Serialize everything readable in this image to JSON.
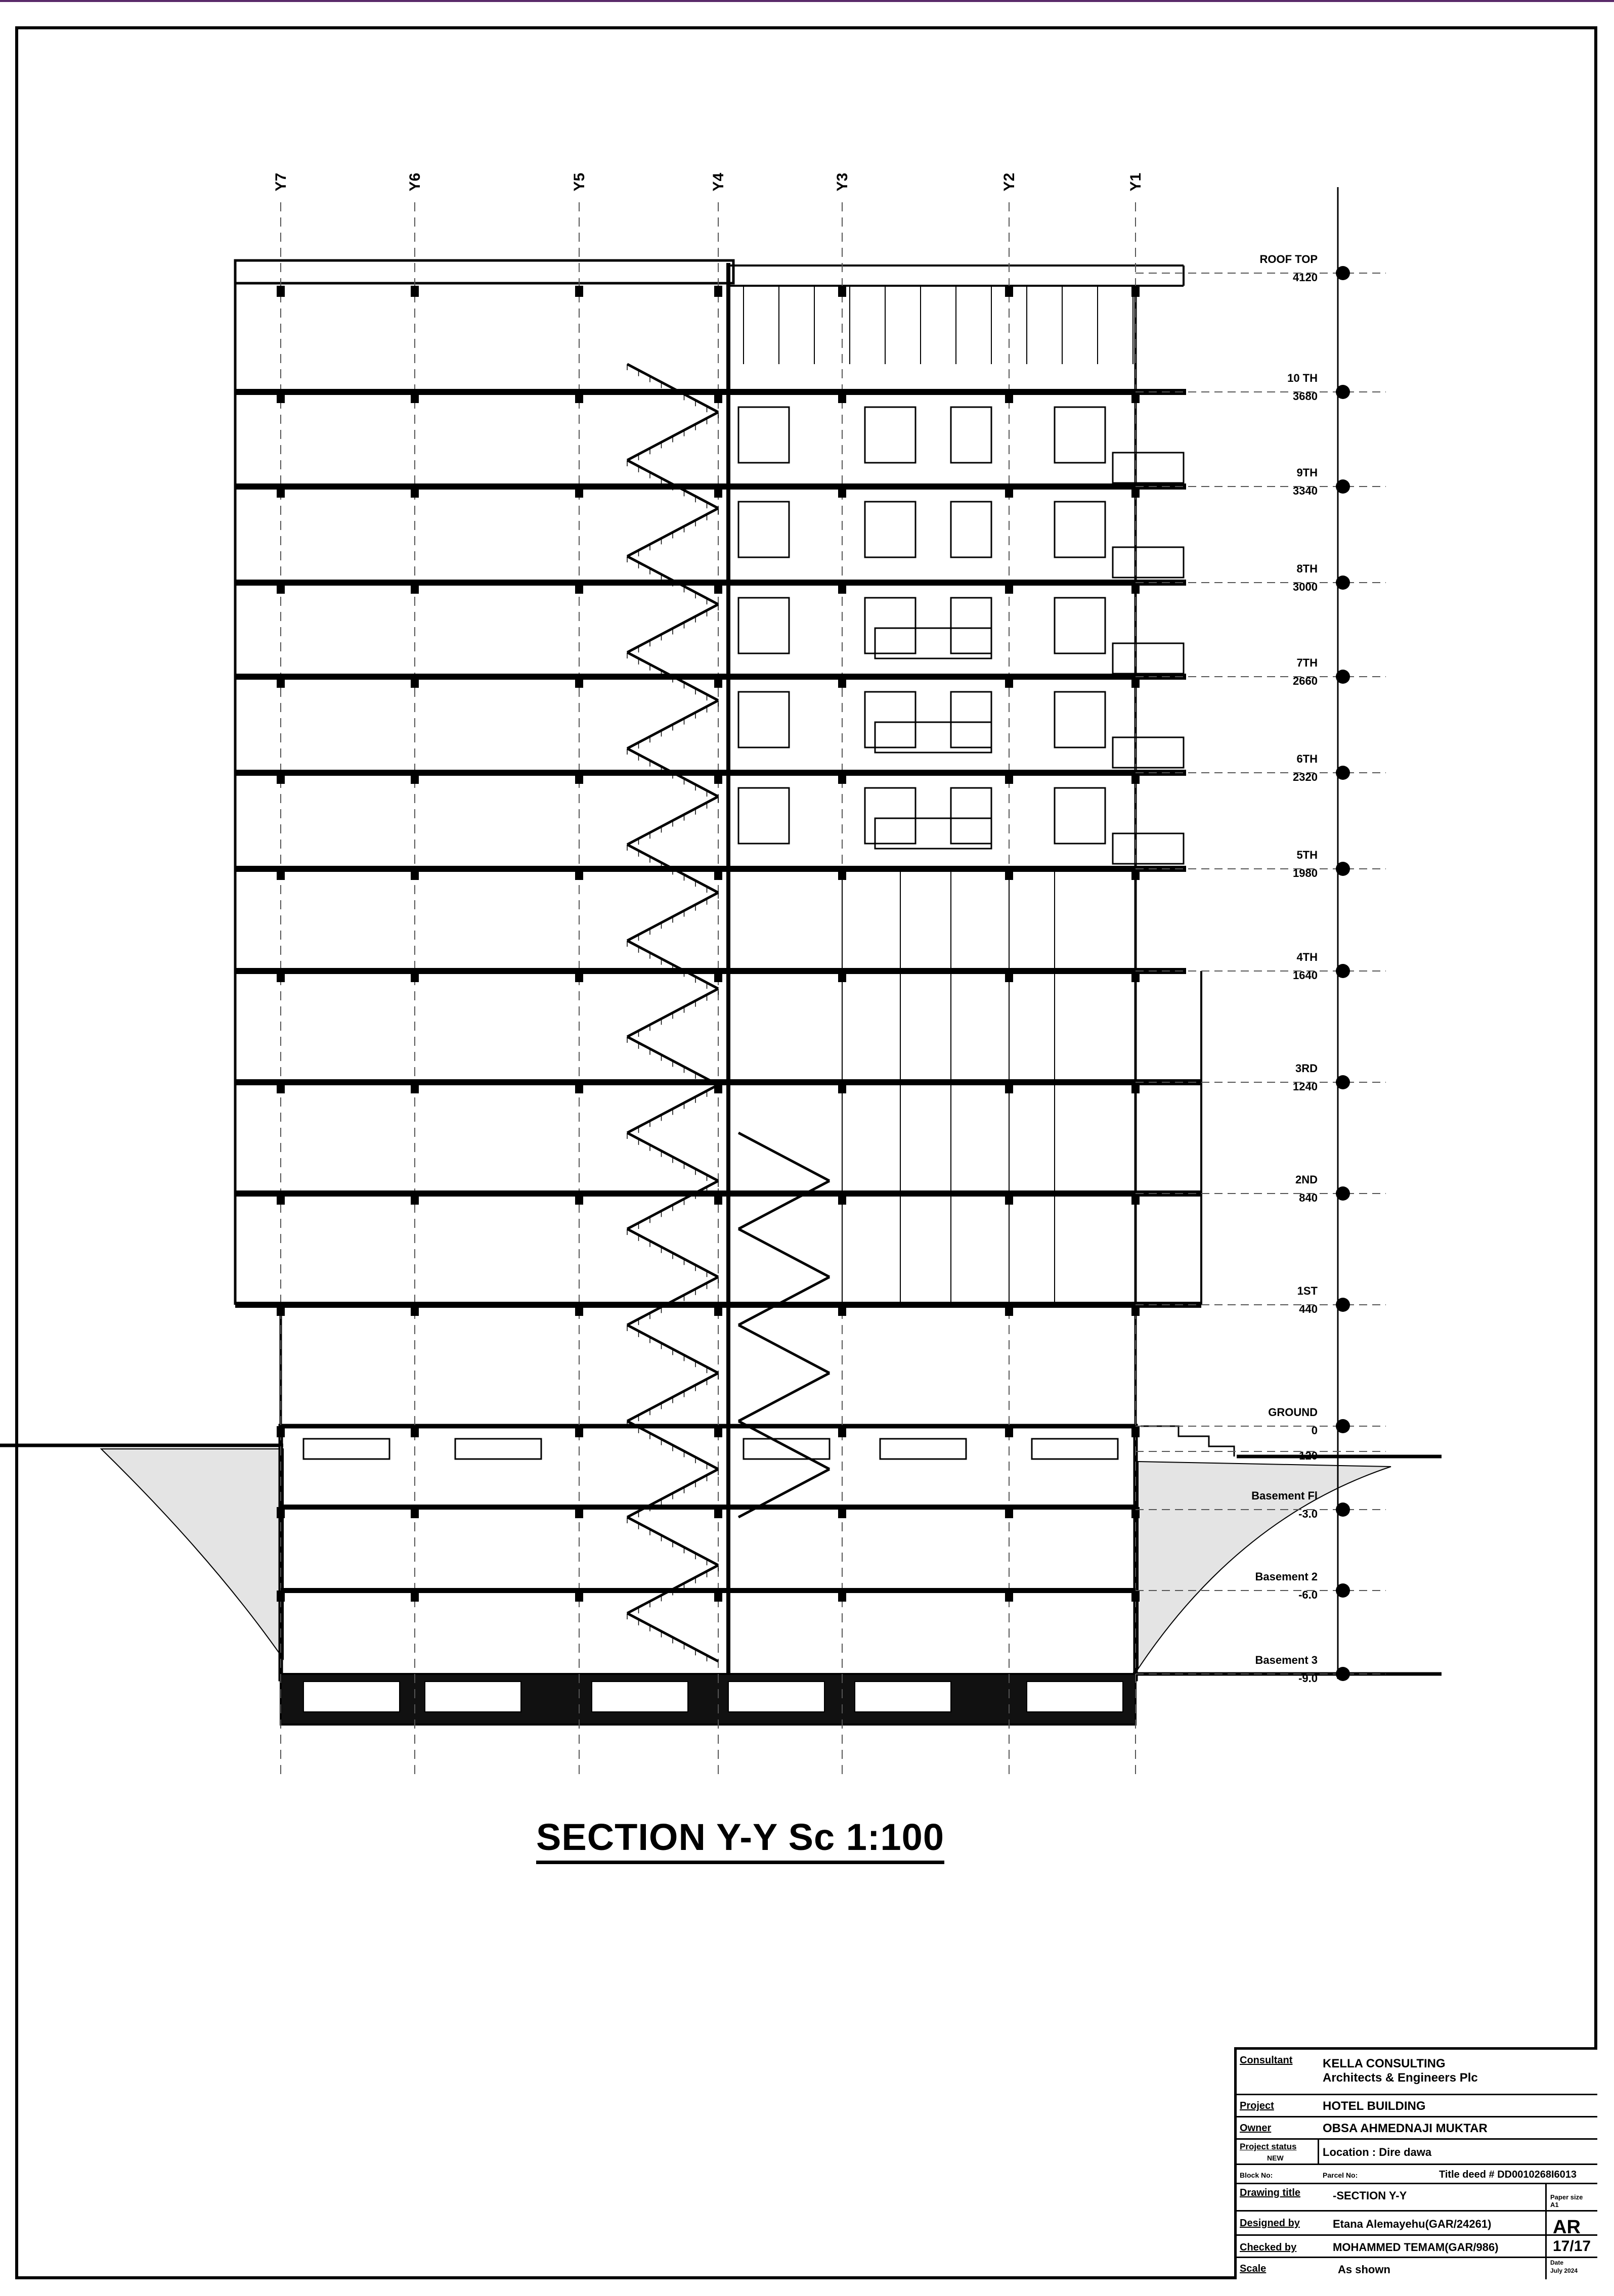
{
  "drawing": {
    "title": "SECTION  Y-Y  Sc 1:100",
    "grid_axes": [
      "Y7",
      "Y6",
      "Y5",
      "Y4",
      "Y3",
      "Y2",
      "Y1"
    ],
    "levels": [
      {
        "name": "ROOF TOP",
        "elevation": "4120"
      },
      {
        "name": "10 TH",
        "elevation": "3680"
      },
      {
        "name": "9TH",
        "elevation": "3340"
      },
      {
        "name": "8TH",
        "elevation": "3000"
      },
      {
        "name": "7TH",
        "elevation": "2660"
      },
      {
        "name": "6TH",
        "elevation": "2320"
      },
      {
        "name": "5TH",
        "elevation": "1980"
      },
      {
        "name": "4TH",
        "elevation": "1640"
      },
      {
        "name": "3RD",
        "elevation": "1240"
      },
      {
        "name": "2ND",
        "elevation": "840"
      },
      {
        "name": "1ST",
        "elevation": "440"
      },
      {
        "name": "GROUND",
        "elevation": "0"
      },
      {
        "name": "",
        "elevation": "-120"
      },
      {
        "name": "Basement Fl",
        "elevation": "-3.0"
      },
      {
        "name": "Basement 2",
        "elevation": "-6.0"
      },
      {
        "name": "Basement 3",
        "elevation": "-9.0"
      }
    ]
  },
  "title_block": {
    "consultant_label": "Consultant",
    "consultant_name": "KELLA CONSULTING",
    "consultant_sub": "Architects & Engineers Plc",
    "project_label": "Project",
    "project_value": "HOTEL BUILDING",
    "owner_label": "Owner",
    "owner_value": "OBSA AHMEDNAJI MUKTAR",
    "status_label": "Project status",
    "status_value": "NEW",
    "location_value": "Location : Dire dawa",
    "block_label": "Block No:",
    "parcel_label": "Parcel No:",
    "title_deed": "Title deed # DD0010268I6013",
    "drawing_title_label": "Drawing title",
    "drawing_title_value": "-SECTION Y-Y",
    "paper_size": "Paper size  A1",
    "designed_label": "Designed by",
    "designed_value": "Etana Alemayehu(GAR/24261)",
    "checked_label": "Checked by",
    "checked_value": "MOHAMMED TEMAM(GAR/986)",
    "scale_label": "Scale",
    "scale_value": "As shown",
    "sheet_discipline": "AR",
    "sheet_number": "17/17",
    "date_label": "Date",
    "date_value": "July 2024"
  }
}
